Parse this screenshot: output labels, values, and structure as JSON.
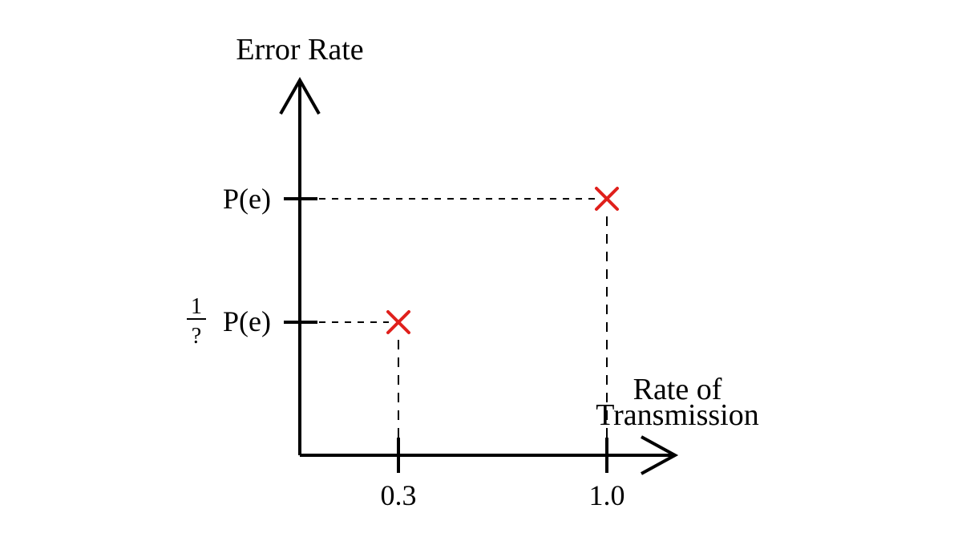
{
  "chart_data": {
    "type": "scatter",
    "title": "",
    "xlabel": "Rate of Transmission",
    "xlabel_lines": [
      "Rate of",
      "Transmission"
    ],
    "ylabel": "Error Rate",
    "x_ticks": [
      "0.3",
      "1.0"
    ],
    "y_ticks": [
      {
        "numerator": "1",
        "denominator": "?",
        "text": "P(e)"
      },
      {
        "numerator": "",
        "denominator": "",
        "text": "P(e)"
      }
    ],
    "points": [
      {
        "x": "0.3",
        "y": "(1/?)·P(e)"
      },
      {
        "x": "1.0",
        "y": "P(e)"
      }
    ],
    "guide_lines": "dashed",
    "grid": false,
    "legend": "none"
  },
  "colors": {
    "axis": "#000000",
    "marker": "#e0201c",
    "guide": "#000000"
  },
  "marker_shape": "x-mark"
}
